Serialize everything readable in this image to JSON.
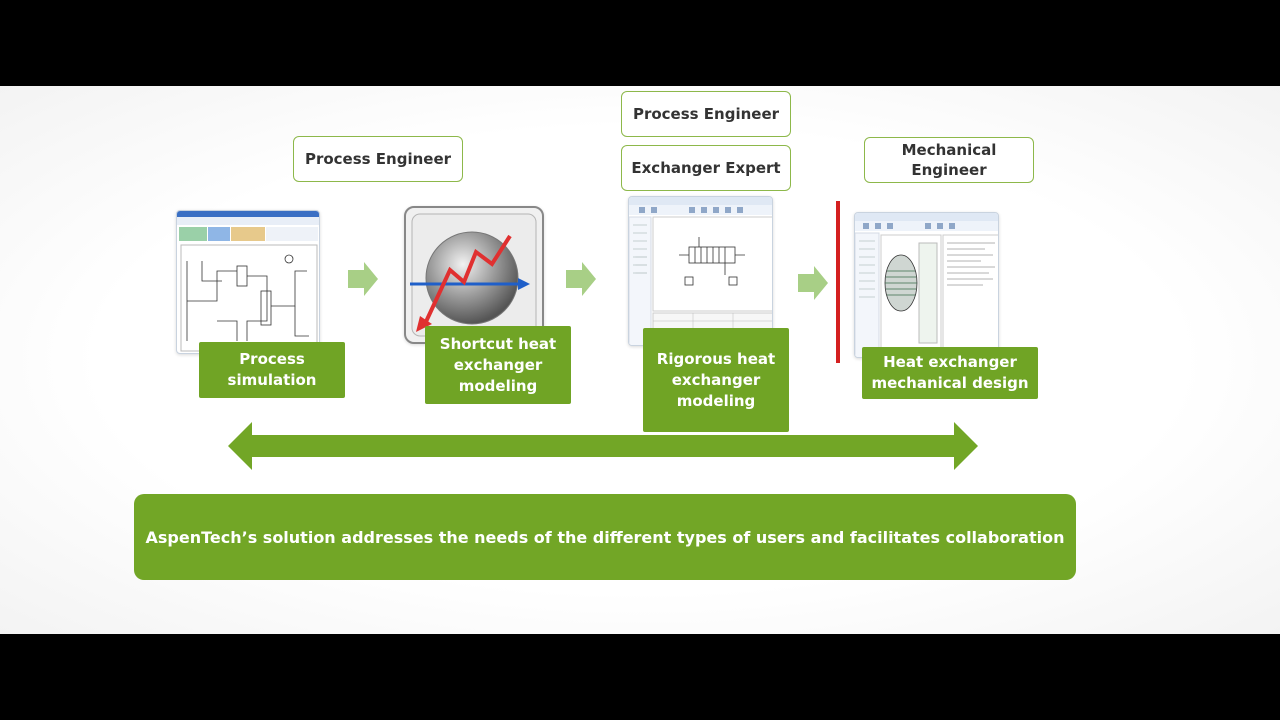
{
  "roles": {
    "process_engineer_1": "Process Engineer",
    "process_engineer_2": "Process Engineer",
    "exchanger_expert": "Exchanger Expert",
    "mechanical_engineer_line1": "Mechanical",
    "mechanical_engineer_line2": "Engineer"
  },
  "steps": {
    "process_simulation": [
      "Process",
      "simulation"
    ],
    "shortcut_modeling": [
      "Shortcut heat",
      "exchanger",
      "modeling"
    ],
    "rigorous_modeling": [
      "Rigorous heat",
      "exchanger",
      "modeling"
    ],
    "mechanical_design": [
      "Heat exchanger",
      "mechanical design"
    ]
  },
  "banner": "AspenTech’s solution addresses the needs of the different types of users and facilitates collaboration",
  "colors": {
    "green": "#72a626",
    "light_green_arrow": "#a8cf86",
    "red_divider": "#d42020",
    "role_border": "#8db84a"
  },
  "icons": [
    "process-flowsheet-screenshot",
    "heat-exchanger-icon",
    "exchanger-design-screenshot",
    "mechanical-design-screenshot"
  ]
}
